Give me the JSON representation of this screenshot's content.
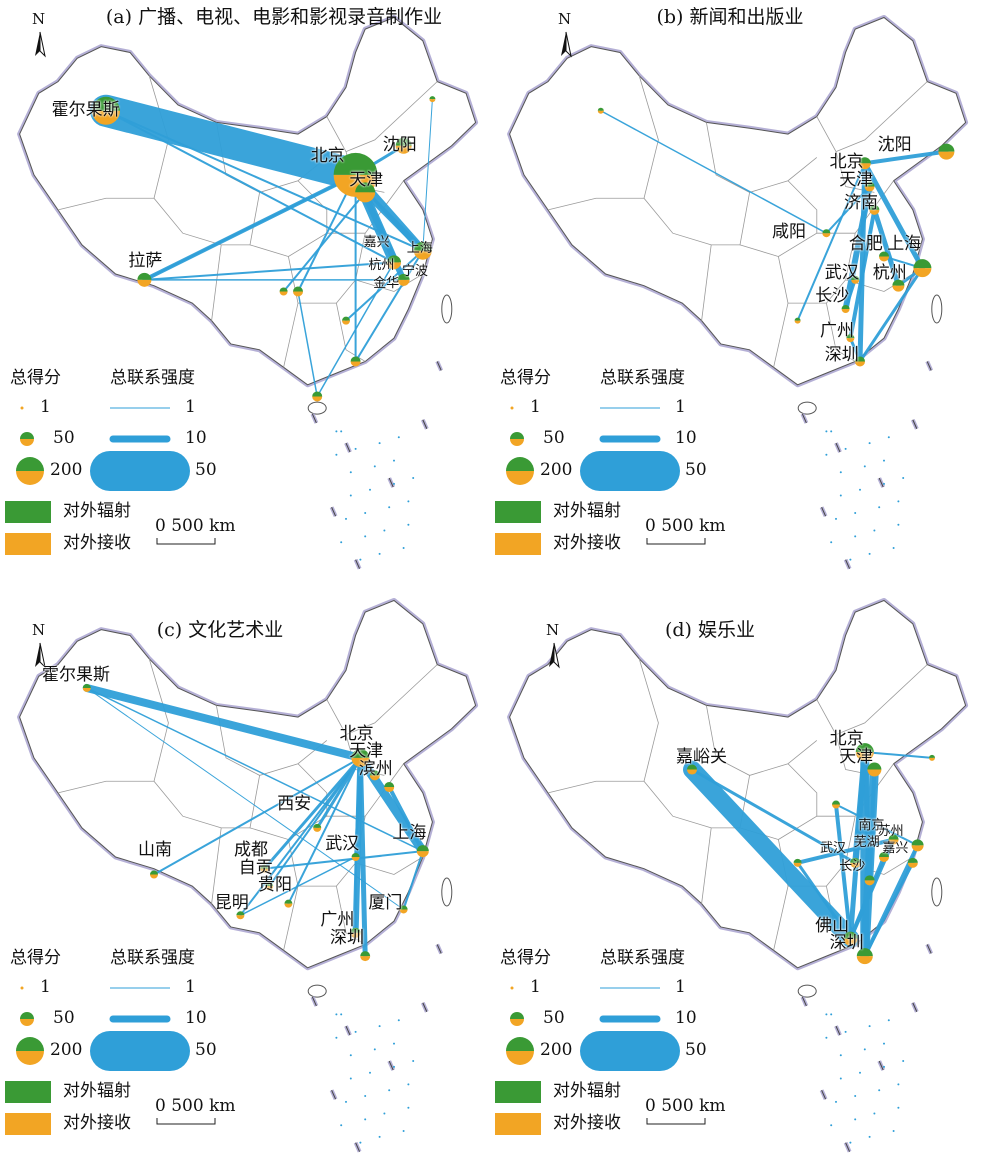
{
  "legend": {
    "score_title": "总得分",
    "link_title": "总联系强度",
    "score_levels": [
      "1",
      "50",
      "200"
    ],
    "link_levels": [
      "1",
      "10",
      "50"
    ],
    "radiate": "对外辐射",
    "receive": "对外接收",
    "scale": "0    500 km",
    "north": "N",
    "colors": {
      "radiate": "#3a9a35",
      "receive": "#f2a524",
      "link": "#2f9fd8"
    }
  },
  "panels": [
    {
      "title": "(a) 广播、电视、电影和影视录音制作业",
      "cities": [
        {
          "name": "霍尔果斯",
          "lx": 0.12,
          "ly": 0.19,
          "small": false
        },
        {
          "name": "北京",
          "lx": 0.66,
          "ly": 0.27,
          "small": false
        },
        {
          "name": "沈阳",
          "lx": 0.81,
          "ly": 0.25,
          "small": false
        },
        {
          "name": "天津",
          "lx": 0.74,
          "ly": 0.31,
          "small": false
        },
        {
          "name": "拉萨",
          "lx": 0.28,
          "ly": 0.45,
          "small": false
        },
        {
          "name": "嘉兴",
          "lx": 0.77,
          "ly": 0.42,
          "small": true
        },
        {
          "name": "上海",
          "lx": 0.86,
          "ly": 0.43,
          "small": true
        },
        {
          "name": "杭州",
          "lx": 0.78,
          "ly": 0.46,
          "small": true
        },
        {
          "name": "宁波",
          "lx": 0.85,
          "ly": 0.47,
          "small": true
        },
        {
          "name": "金华",
          "lx": 0.79,
          "ly": 0.49,
          "small": true
        }
      ]
    },
    {
      "title": "(b) 新闻和出版业",
      "cities": [
        {
          "name": "沈阳",
          "lx": 0.82,
          "ly": 0.25,
          "small": false
        },
        {
          "name": "北京",
          "lx": 0.72,
          "ly": 0.28,
          "small": false
        },
        {
          "name": "天津",
          "lx": 0.74,
          "ly": 0.31,
          "small": false
        },
        {
          "name": "济南",
          "lx": 0.75,
          "ly": 0.35,
          "small": false
        },
        {
          "name": "咸阳",
          "lx": 0.6,
          "ly": 0.4,
          "small": false
        },
        {
          "name": "合肥",
          "lx": 0.76,
          "ly": 0.42,
          "small": false
        },
        {
          "name": "上海",
          "lx": 0.84,
          "ly": 0.42,
          "small": false
        },
        {
          "name": "武汉",
          "lx": 0.71,
          "ly": 0.47,
          "small": false
        },
        {
          "name": "杭州",
          "lx": 0.81,
          "ly": 0.47,
          "small": false
        },
        {
          "name": "长沙",
          "lx": 0.69,
          "ly": 0.51,
          "small": false
        },
        {
          "name": "广州",
          "lx": 0.7,
          "ly": 0.57,
          "small": false
        },
        {
          "name": "深圳",
          "lx": 0.71,
          "ly": 0.61,
          "small": false
        }
      ]
    },
    {
      "title": "(c) 文化艺术业",
      "cities": [
        {
          "name": "霍尔果斯",
          "lx": 0.1,
          "ly": 0.16,
          "small": false
        },
        {
          "name": "北京",
          "lx": 0.72,
          "ly": 0.26,
          "small": false
        },
        {
          "name": "天津",
          "lx": 0.74,
          "ly": 0.29,
          "small": false
        },
        {
          "name": "滨州",
          "lx": 0.76,
          "ly": 0.32,
          "small": false
        },
        {
          "name": "西安",
          "lx": 0.59,
          "ly": 0.38,
          "small": false
        },
        {
          "name": "上海",
          "lx": 0.83,
          "ly": 0.43,
          "small": false
        },
        {
          "name": "武汉",
          "lx": 0.69,
          "ly": 0.45,
          "small": false
        },
        {
          "name": "山南",
          "lx": 0.3,
          "ly": 0.46,
          "small": false
        },
        {
          "name": "成都",
          "lx": 0.5,
          "ly": 0.46,
          "small": false
        },
        {
          "name": "自贡",
          "lx": 0.51,
          "ly": 0.49,
          "small": false
        },
        {
          "name": "贵阳",
          "lx": 0.55,
          "ly": 0.52,
          "small": false
        },
        {
          "name": "昆明",
          "lx": 0.46,
          "ly": 0.55,
          "small": false
        },
        {
          "name": "厦门",
          "lx": 0.78,
          "ly": 0.55,
          "small": false
        },
        {
          "name": "广州",
          "lx": 0.68,
          "ly": 0.58,
          "small": false
        },
        {
          "name": "深圳",
          "lx": 0.7,
          "ly": 0.61,
          "small": false
        }
      ]
    },
    {
      "title": "(d) 娱乐业",
      "cities": [
        {
          "name": "北京",
          "lx": 0.72,
          "ly": 0.27,
          "small": false
        },
        {
          "name": "嘉峪关",
          "lx": 0.4,
          "ly": 0.3,
          "small": false
        },
        {
          "name": "天津",
          "lx": 0.74,
          "ly": 0.3,
          "small": false
        },
        {
          "name": "南京",
          "lx": 0.78,
          "ly": 0.42,
          "small": true
        },
        {
          "name": "苏州",
          "lx": 0.82,
          "ly": 0.43,
          "small": true
        },
        {
          "name": "芜湖",
          "lx": 0.77,
          "ly": 0.45,
          "small": true
        },
        {
          "name": "武汉",
          "lx": 0.7,
          "ly": 0.46,
          "small": true
        },
        {
          "name": "嘉兴",
          "lx": 0.83,
          "ly": 0.46,
          "small": true
        },
        {
          "name": "长沙",
          "lx": 0.74,
          "ly": 0.49,
          "small": true
        },
        {
          "name": "佛山",
          "lx": 0.69,
          "ly": 0.59,
          "small": false
        },
        {
          "name": "深圳",
          "lx": 0.72,
          "ly": 0.62,
          "small": false
        }
      ]
    }
  ]
}
